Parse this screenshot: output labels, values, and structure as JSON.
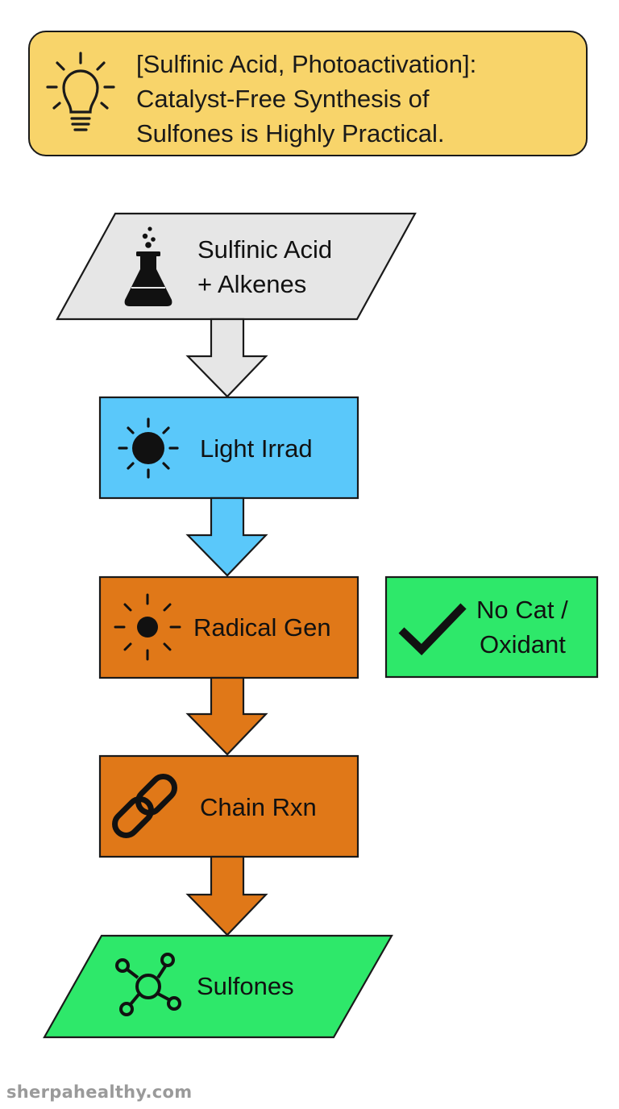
{
  "header": {
    "lines": [
      "[Sulfinic Acid, Photoactivation]:",
      "Catalyst-Free Synthesis of",
      "Sulfones is Highly Practical."
    ],
    "icon": "lightbulb-icon",
    "color": "#f8d46a"
  },
  "nodes": {
    "input": {
      "lines": [
        "Sulfinic Acid",
        "+ Alkenes"
      ],
      "icon": "flask-icon",
      "color": "#e6e6e6"
    },
    "light": {
      "label": "Light Irrad",
      "icon": "sun-icon",
      "color": "#5ac8fa"
    },
    "radical": {
      "label": "Radical Gen",
      "icon": "sun-icon",
      "color": "#e07818"
    },
    "side": {
      "lines": [
        "No Cat /",
        "Oxidant"
      ],
      "icon": "checkmark-icon",
      "color": "#2ee86a"
    },
    "chain": {
      "label": "Chain Rxn",
      "icon": "chain-link-icon",
      "color": "#e07818"
    },
    "output": {
      "label": "Sulfones",
      "icon": "molecule-icon",
      "color": "#2ee86a"
    }
  },
  "watermark": "sherpahealthy.com"
}
